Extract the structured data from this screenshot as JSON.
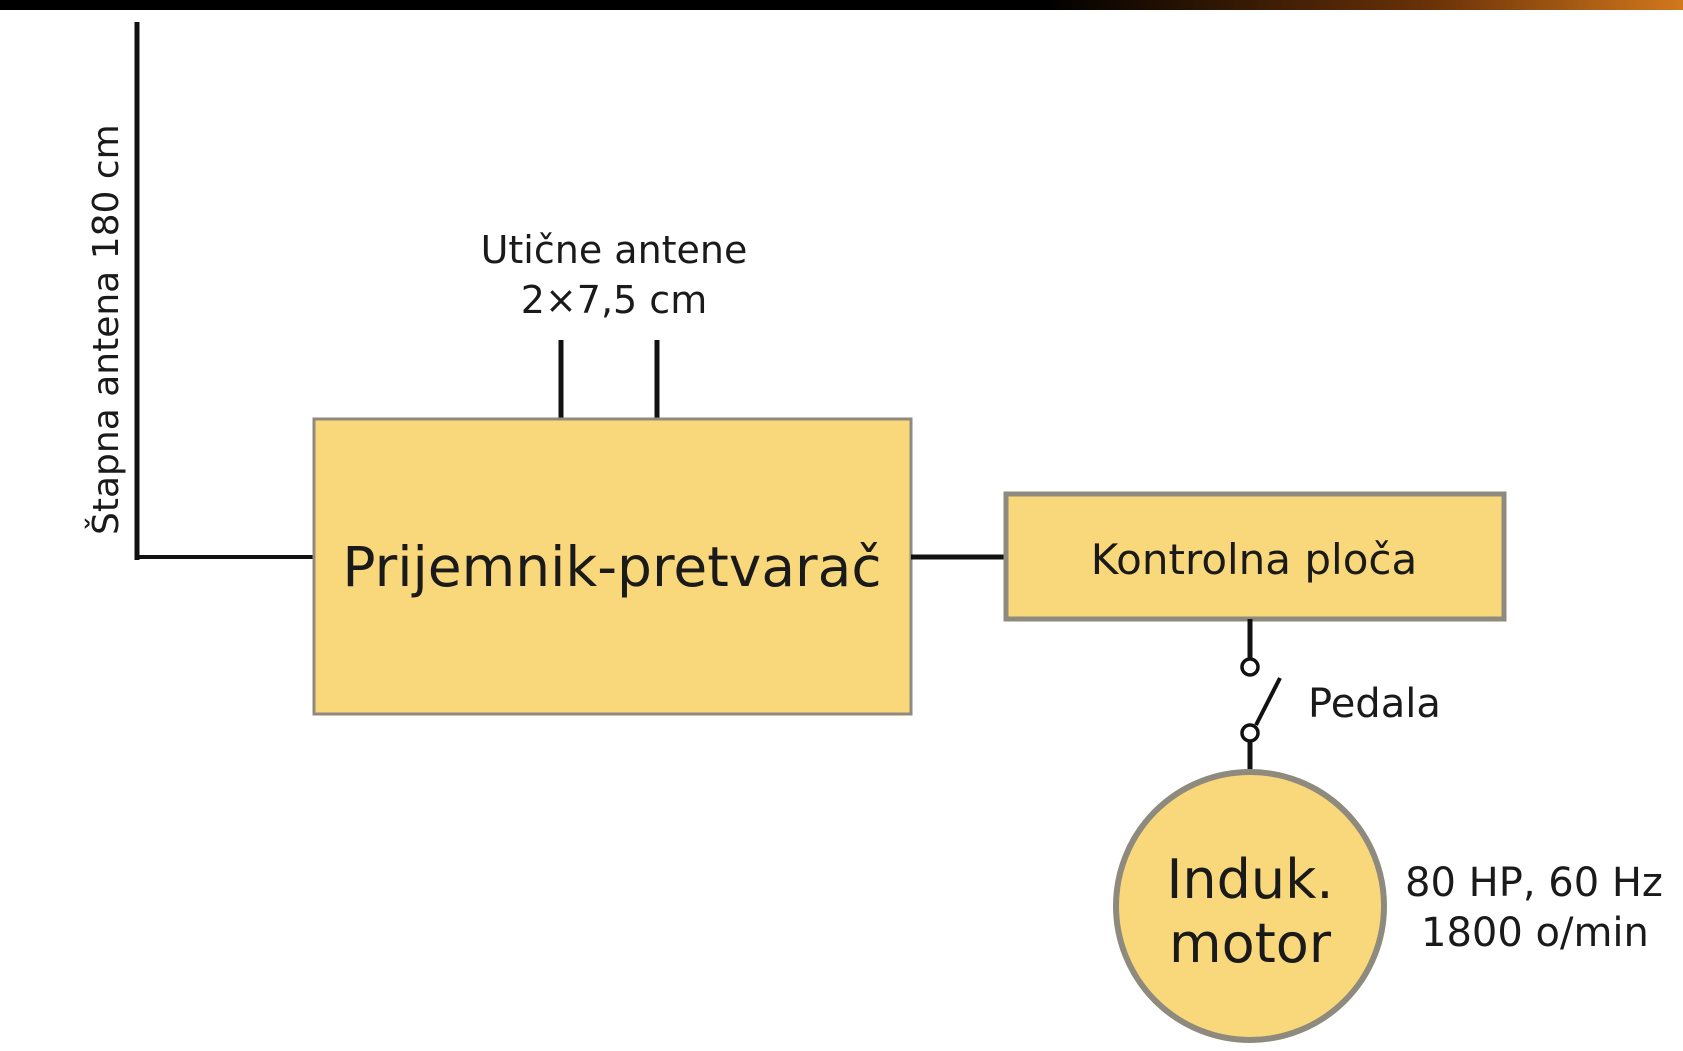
{
  "colors": {
    "block_fill": "#f8d87a",
    "block_border": "#8f8a7e",
    "wire": "#111111",
    "corner_accent": "#c4620f"
  },
  "diagram": {
    "rod_antenna_label": "Štapna antena 180 cm",
    "plug_antennas_label_line1": "Utične antene",
    "plug_antennas_label_line2": "2×7,5 cm",
    "receiver_converter_label": "Prijemnik-pretvarač",
    "control_panel_label": "Kontrolna ploča",
    "pedal_label": "Pedala",
    "motor_label_line1": "Induk.",
    "motor_label_line2": "motor",
    "motor_spec_line1": "80 HP, 60 Hz",
    "motor_spec_line2": "1800 o/min"
  }
}
